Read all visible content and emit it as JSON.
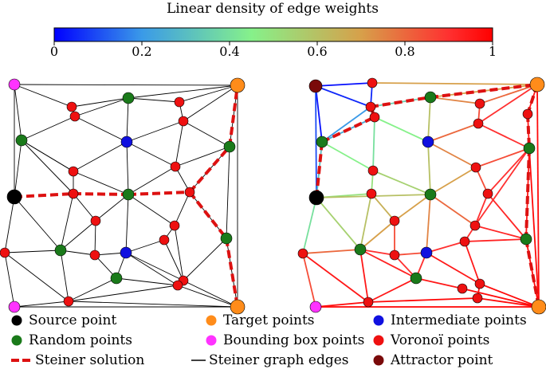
{
  "colorbar": {
    "title": "Linear density of edge weights",
    "ticks": [
      "0",
      "0.2",
      "0.4",
      "0.6",
      "0.8",
      "1"
    ],
    "tick_values": [
      0,
      0.2,
      0.4,
      0.6,
      0.8,
      1
    ],
    "stops": [
      "#0000ff",
      "#3a9ae8",
      "#86f18a",
      "#d7a04a",
      "#ff3030",
      "#ff0000"
    ]
  },
  "colors": {
    "source": "#000000",
    "target": "#ff8c1a",
    "intermediate": "#1010e0",
    "random": "#1a7a1a",
    "bounding": "#ff33ff",
    "voronoi": "#ee1111",
    "steiner": "#dd1111",
    "edge": "#000000",
    "attractor": "#7a0a0a"
  },
  "legend": [
    {
      "label": "Source point",
      "kind": "dot",
      "color": "#000000"
    },
    {
      "label": "Target points",
      "kind": "dot",
      "color": "#ff8c1a"
    },
    {
      "label": "Intermediate points",
      "kind": "dot",
      "color": "#1010e0"
    },
    {
      "label": "Random points",
      "kind": "dot",
      "color": "#1a7a1a"
    },
    {
      "label": "Bounding box points",
      "kind": "dot",
      "color": "#ff33ff"
    },
    {
      "label": "Voronoï points",
      "kind": "dot",
      "color": "#ee1111"
    },
    {
      "label": "Steiner solution",
      "kind": "dash",
      "color": "#dd1111"
    },
    {
      "label": "Steiner graph edges",
      "kind": "line",
      "color": "#000000"
    },
    {
      "label": "Attractor point",
      "kind": "dot",
      "color": "#7a0a0a"
    }
  ]
}
